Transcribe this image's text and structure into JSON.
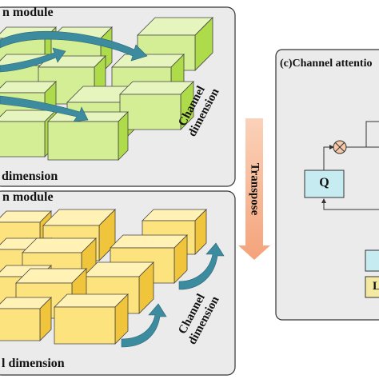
{
  "panel_a": {
    "title": "n module",
    "bottom_label": "dimension"
  },
  "panel_b": {
    "title": "n module",
    "bottom_label": "l dimension"
  },
  "channel_label": {
    "line1": "Channel",
    "line2": "dimension"
  },
  "transpose_label": "Transpose",
  "panel_c": {
    "title": "(c)Channel attentio",
    "q_label": "Q",
    "l_label": "L"
  },
  "colors": {
    "panel_bg": "#ebebeb",
    "green_top": "#e6f5bd",
    "green_front": "#d4ee95",
    "green_side": "#aedb4a",
    "yellow_top": "#fff2b4",
    "yellow_front": "#fde37e",
    "yellow_side": "#f0c53b",
    "arrow_teal": "#3d8b9e",
    "transpose_orange": "#f7b18b",
    "box_teal": "#c6ebf0"
  }
}
